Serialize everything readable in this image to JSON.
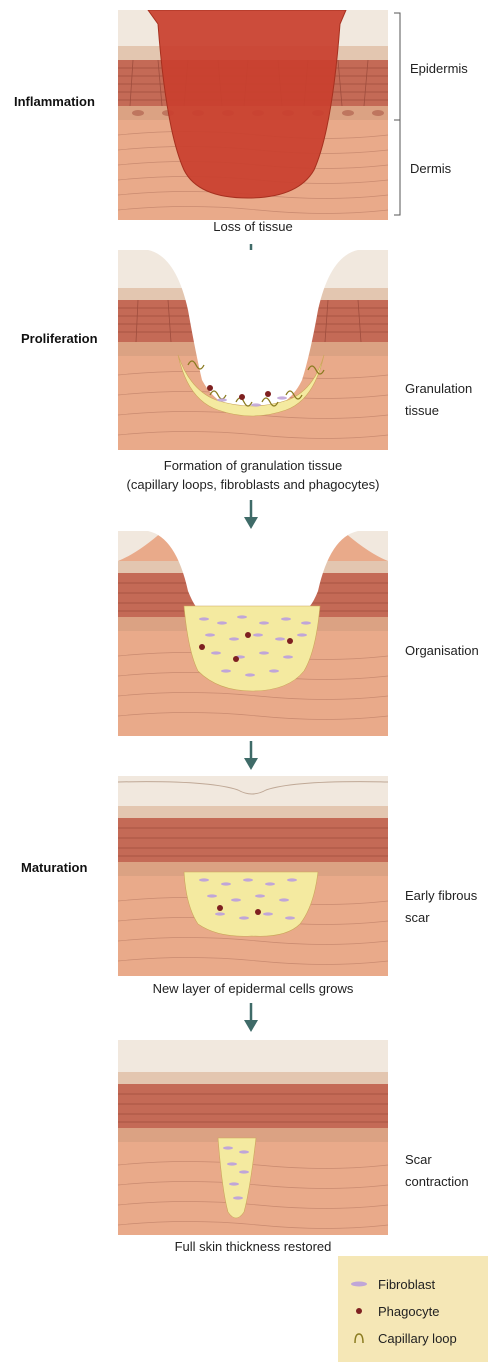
{
  "stages": {
    "inflammation": "Inflammation",
    "proliferation": "Proliferation",
    "maturation": "Maturation"
  },
  "layers": {
    "epidermis": "Epidermis",
    "dermis": "Dermis"
  },
  "side_labels": {
    "granulation_1": "Granulation",
    "granulation_2": "tissue",
    "organisation": "Organisation",
    "early_1": "Early fibrous",
    "early_2": "scar",
    "scar_1": "Scar",
    "scar_2": "contraction"
  },
  "captions": {
    "loss": "Loss of tissue",
    "formation_1": "Formation of granulation tissue",
    "formation_2": "(capillary loops, fibroblasts and phagocytes)",
    "new_layer": "New layer of epidermal cells grows",
    "restored": "Full skin thickness restored"
  },
  "legend": {
    "fibroblast": "Fibroblast",
    "phagocyte": "Phagocyte",
    "capillary": "Capillary loop"
  },
  "colors": {
    "arrow": "#3f6b68",
    "legend_bg": "#f5e7b6",
    "wound_red": "#c9402e",
    "granulation": "#f4eaa0",
    "skin": "#e8a888"
  }
}
